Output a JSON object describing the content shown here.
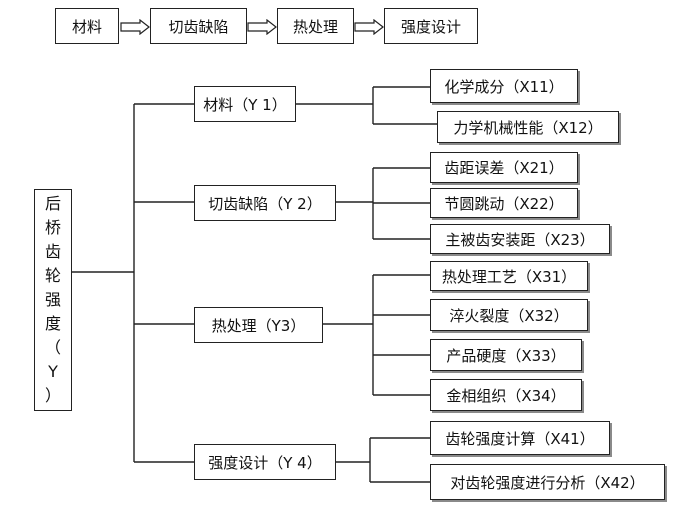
{
  "flow": {
    "steps": [
      "材料",
      "切齿缺陷",
      "热处理",
      "强度设计"
    ]
  },
  "root": {
    "chars": [
      "后",
      "桥",
      "齿",
      "轮",
      "强",
      "度",
      "（",
      "Y",
      "）"
    ]
  },
  "branches": [
    {
      "label": "材料（Y 1）",
      "children": [
        "化学成分（X11）",
        "力学机械性能（X12）"
      ]
    },
    {
      "label": "切齿缺陷（Y 2）",
      "children": [
        "齿距误差（X21）",
        "节圆跳动（X22）",
        "主被齿安装距（X23）"
      ]
    },
    {
      "label": "热处理（Y3）",
      "children": [
        "热处理工艺（X31）",
        "淬火裂度（X32）",
        "产品硬度（X33）",
        "金相组织（X34）"
      ]
    },
    {
      "label": "强度设计（Y 4）",
      "children": [
        "齿轮强度计算（X41）",
        "对齿轮强度进行分析（X42）"
      ]
    }
  ]
}
